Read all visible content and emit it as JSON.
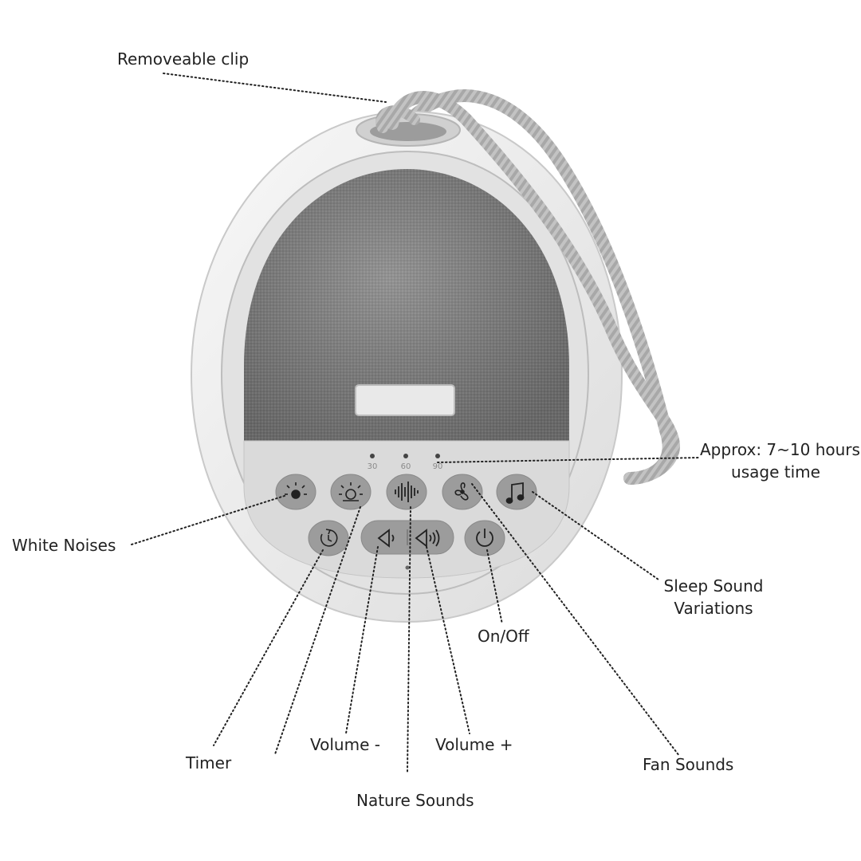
{
  "callouts": {
    "clip": "Removeable clip",
    "usage_line1": "Approx: 7~10 hours",
    "usage_line2": "usage time",
    "white_noises": "White Noises",
    "sleep_line1": "Sleep Sound",
    "sleep_line2": "Variations",
    "on_off": "On/Off",
    "timer": "Timer",
    "volume_minus": "Volume -",
    "volume_plus": "Volume +",
    "fan_sounds": "Fan Sounds",
    "nature_sounds": "Nature Sounds"
  },
  "device": {
    "timer_marks": [
      "30",
      "60",
      "90"
    ]
  },
  "buttons": {
    "row1": [
      {
        "name": "white-noise-button",
        "icon": "sun-dim-icon"
      },
      {
        "name": "light-button",
        "icon": "sun-bright-icon"
      },
      {
        "name": "nature-sounds-button",
        "icon": "soundwave-icon"
      },
      {
        "name": "fan-sounds-button",
        "icon": "fan-icon"
      },
      {
        "name": "sleep-sound-button",
        "icon": "music-note-icon"
      }
    ],
    "row2": [
      {
        "name": "timer-button",
        "icon": "timer-icon"
      },
      {
        "name": "volume-down-button",
        "icon": "volume-down-icon"
      },
      {
        "name": "volume-up-button",
        "icon": "volume-up-icon"
      },
      {
        "name": "power-button",
        "icon": "power-icon"
      }
    ]
  },
  "colors": {
    "shell": "#ececec",
    "fabric": "#7d7d7d",
    "panel": "#d9d9d9",
    "button": "#9a9a9a",
    "cord": "#a9a9a9"
  }
}
